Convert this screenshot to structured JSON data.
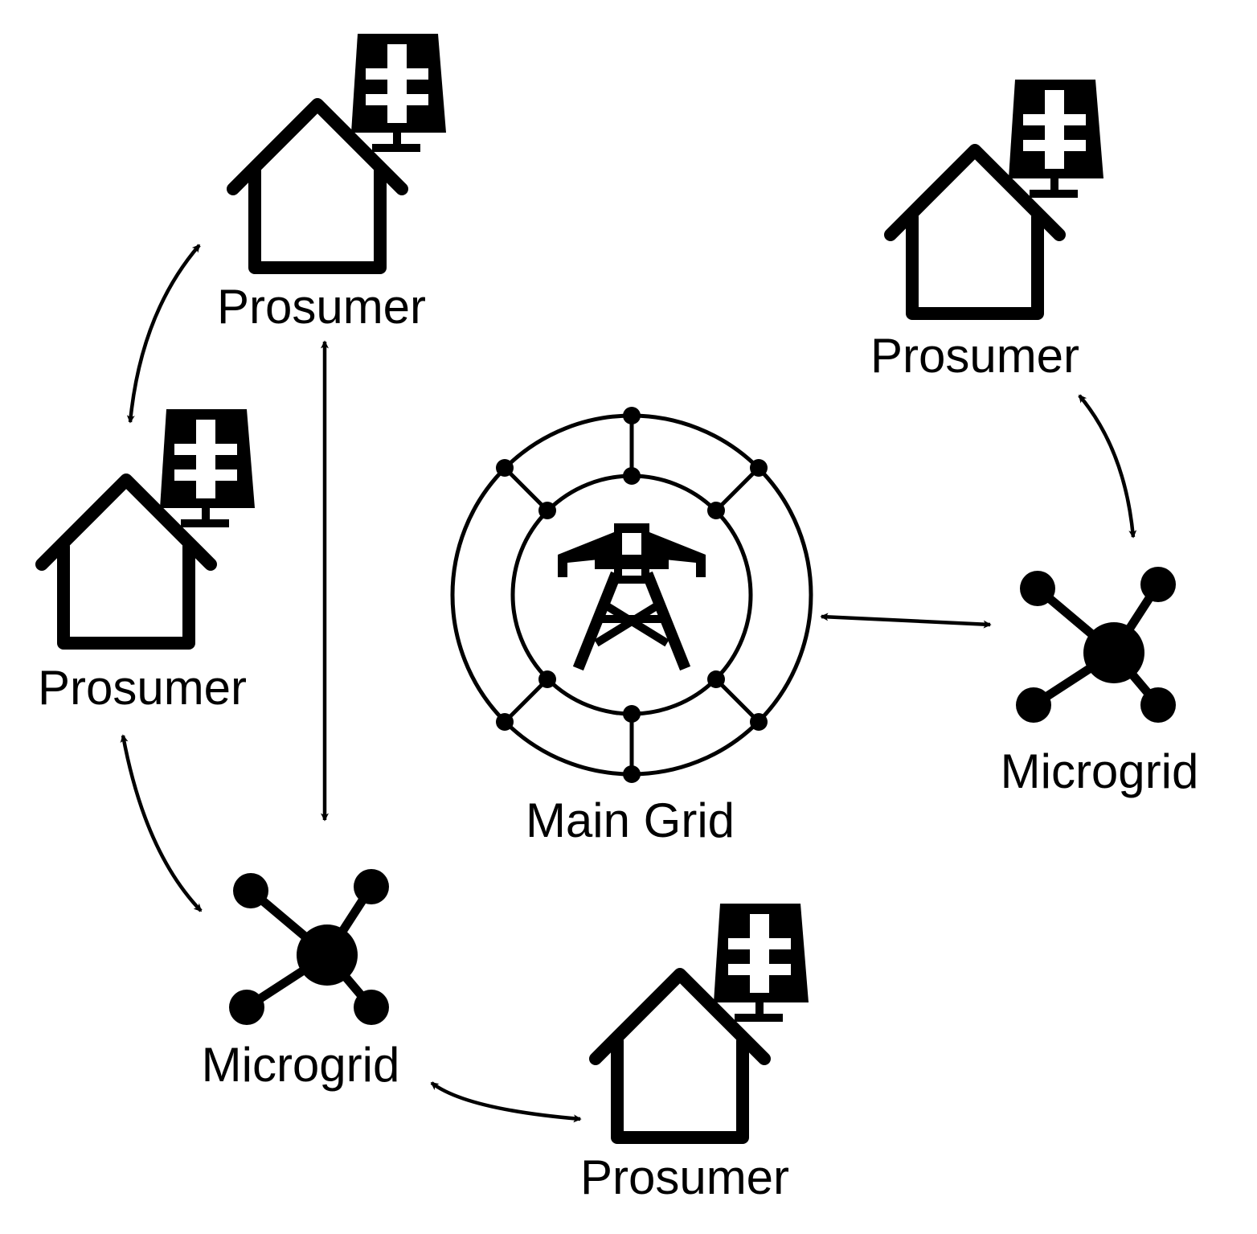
{
  "diagram": {
    "labels": {
      "prosumer_top": "Prosumer",
      "prosumer_right": "Prosumer",
      "prosumer_left": "Prosumer",
      "prosumer_bottom": "Prosumer",
      "microgrid_right": "Microgrid",
      "microgrid_left": "Microgrid",
      "main_grid": "Main Grid"
    },
    "colors": {
      "ink": "#000000",
      "background": "#ffffff"
    },
    "icons": {
      "prosumer": "house-with-solar-panel-icon",
      "microgrid": "network-hub-icon",
      "main_grid": "transmission-tower-ring-icon"
    },
    "connections": [
      [
        "prosumer_top",
        "prosumer_left"
      ],
      [
        "prosumer_top",
        "microgrid_left"
      ],
      [
        "prosumer_left",
        "microgrid_left"
      ],
      [
        "microgrid_left",
        "prosumer_bottom"
      ],
      [
        "main_grid",
        "microgrid_right"
      ],
      [
        "prosumer_right",
        "microgrid_right"
      ]
    ]
  }
}
